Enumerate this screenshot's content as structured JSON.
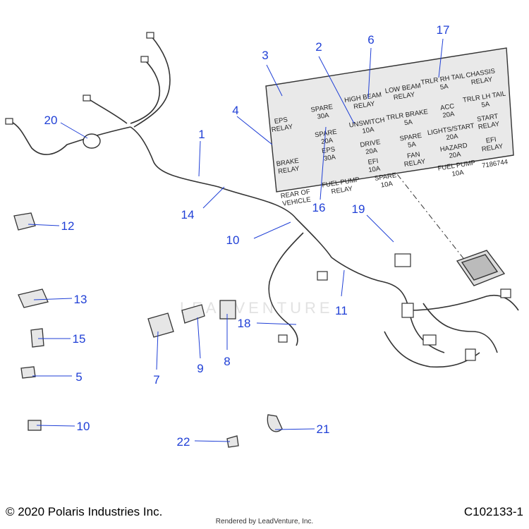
{
  "decal": {
    "part_number": "7186744",
    "labels": [
      "EPS RELAY",
      "SPARE 30A",
      "HIGH BEAM RELAY",
      "LOW BEAM RELAY",
      "TRLR RH TAIL 5A",
      "CHASSIS RELAY",
      "SPARE 20A",
      "UNSWITCH 10A",
      "TRLR BRAKE 5A",
      "ACC 20A",
      "TRLR LH TAIL 5A",
      "START RELAY",
      "BRAKE RELAY",
      "EPS 30A",
      "DRIVE 20A",
      "SPARE 5A",
      "LIGHTS/START 20A",
      "EFI 10A",
      "FAN RELAY",
      "HAZARD 20A",
      "EFI RELAY",
      "REAR OF VEHICLE",
      "FUEL PUMP RELAY",
      "SPARE 10A",
      "FUEL PUMP 10A"
    ]
  },
  "callouts": [
    "1",
    "2",
    "3",
    "4",
    "5",
    "6",
    "7",
    "8",
    "9",
    "10",
    "10",
    "11",
    "12",
    "13",
    "14",
    "15",
    "16",
    "17",
    "18",
    "19",
    "20",
    "21",
    "22"
  ],
  "watermark": "LEADVENTURE",
  "footer": {
    "copyright": "© 2020 Polaris Industries Inc.",
    "figure_code": "C102133-1",
    "rendered_by": "Rendered by LeadVenture, Inc."
  }
}
